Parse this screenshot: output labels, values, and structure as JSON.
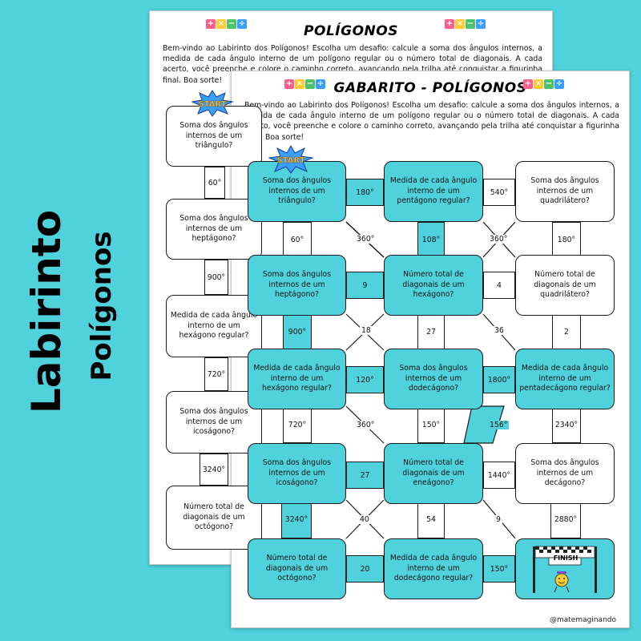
{
  "side": {
    "title": "Labirinto",
    "subtitle": "Polígonos"
  },
  "ops_icon": "math-operations-icon",
  "colors": {
    "accent": "#4fd2dc"
  },
  "back": {
    "title": "POLÍGONOS",
    "intro": "Bem-vindo ao Labirinto dos Polígonos! Escolha um desafio: calcule a soma dos ângulos internos, a medida de cada ângulo interno de um polígono regular ou o número total de diagonais. A cada acerto, você preenche e colore o caminho correto, avançando pela trilha até conquistar a figurinha final. Boa sorte!",
    "boxes": [
      "Soma dos ângulos internos de um triângulo?",
      "Soma dos ângulos internos de um heptágono?",
      "Medida de cada ângulo interno de um hexágono regular?",
      "Soma dos ângulos internos de um icoságono?",
      "Número total de diagonais de um octógono?"
    ],
    "conns": [
      "60°",
      "900°",
      "720°",
      "3240°"
    ]
  },
  "front": {
    "title": "GABARITO - POLÍGONOS",
    "intro": "Bem-vindo ao Labirinto dos Polígonos! Escolha um desafio: calcule a soma dos ângulos internos, a medida de cada ângulo interno de um polígono regular ou o número total de diagonais. A cada acerto, você preenche e colore o caminho correto, avançando pela trilha até conquistar a figurinha final. Boa sorte!",
    "start": "START",
    "finish": "FINISH",
    "credit": "@matemaginando",
    "boxes": {
      "r1c1": "Soma dos ângulos internos de um triângulo?",
      "r1c2": "Medida de cada ângulo interno de um pentágono regular?",
      "r1c3": "Soma dos ângulos internos de um quadrilátero?",
      "r2c1": "Soma dos ângulos internos de um heptágono?",
      "r2c2": "Número total de diagonais de um hexágono?",
      "r2c3": "Número total de diagonais de um quadrilátero?",
      "r3c1": "Medida de cada ângulo interno de um hexágono regular?",
      "r3c2": "Soma dos ângulos internos de um dodecágono?",
      "r3c3": "Medida de cada ângulo interno de um pentadecágono regular?",
      "r4c1": "Soma dos ângulos internos de um icoságono?",
      "r4c2": "Número total de diagonais de um eneágono?",
      "r4c3": "Soma dos ângulos internos de um decágono?",
      "r5c1": "Número total de diagonais de um octógono?",
      "r5c2": "Medida de cada ângulo interno de um dodecágono regular?"
    },
    "h": {
      "r1a": "180°",
      "r1b": "540°",
      "r2a": "9",
      "r2b": "4",
      "r3a": "120°",
      "r3b": "1800°",
      "r4a": "27",
      "r4b": "1440°",
      "r5a": "20",
      "r5b": "150°"
    },
    "v": {
      "c1a": "60°",
      "c2a": "108°",
      "c3a": "180°",
      "c1b": "900°",
      "c2b": "27",
      "c3b": "2",
      "c1c": "720°",
      "c2c": "150°",
      "c3c": "2340°",
      "c1d": "3240°",
      "c2d": "54",
      "c3d": "2880°"
    },
    "d": {
      "d1": "360°",
      "d2": "360°",
      "d3": "18",
      "d4": "36",
      "d5": "360°",
      "d6": "156°",
      "d7": "40",
      "d8": "9"
    }
  }
}
